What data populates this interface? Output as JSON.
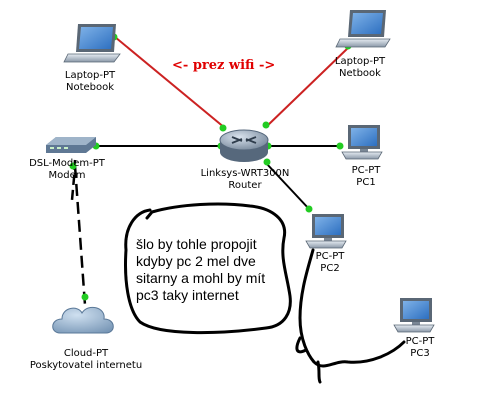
{
  "annotation": {
    "wifi_label": "<- prez wifi ->",
    "note_lines": [
      "šlo by tohle propojit",
      "kdyby pc 2 mel dve",
      "sitarny a mohl by mít",
      "pc3 taky internet"
    ]
  },
  "devices": {
    "laptop": {
      "model": "Laptop-PT",
      "name": "Notebook",
      "icon": "laptop-icon"
    },
    "netbook": {
      "model": "Laptop-PT",
      "name": "Netbook",
      "icon": "laptop-icon"
    },
    "modem": {
      "model": "DSL-Modem-PT",
      "name": "Modem",
      "icon": "modem-icon"
    },
    "router": {
      "model": "Linksys-WRT300N",
      "name": "Router",
      "icon": "wireless-router-icon"
    },
    "pc1": {
      "model": "PC-PT",
      "name": "PC1",
      "icon": "desktop-pc-icon"
    },
    "pc2": {
      "model": "PC-PT",
      "name": "PC2",
      "icon": "desktop-pc-icon"
    },
    "pc3": {
      "model": "PC-PT",
      "name": "PC3",
      "icon": "desktop-pc-icon"
    },
    "cloud": {
      "model": "Cloud-PT",
      "name": "Poskytovatel internetu",
      "icon": "cloud-icon"
    }
  },
  "colors": {
    "wireless_link": "#cc2222",
    "wired_link": "#000000",
    "link_up_dot": "#22cc22",
    "annotation_text": "#e00000"
  }
}
